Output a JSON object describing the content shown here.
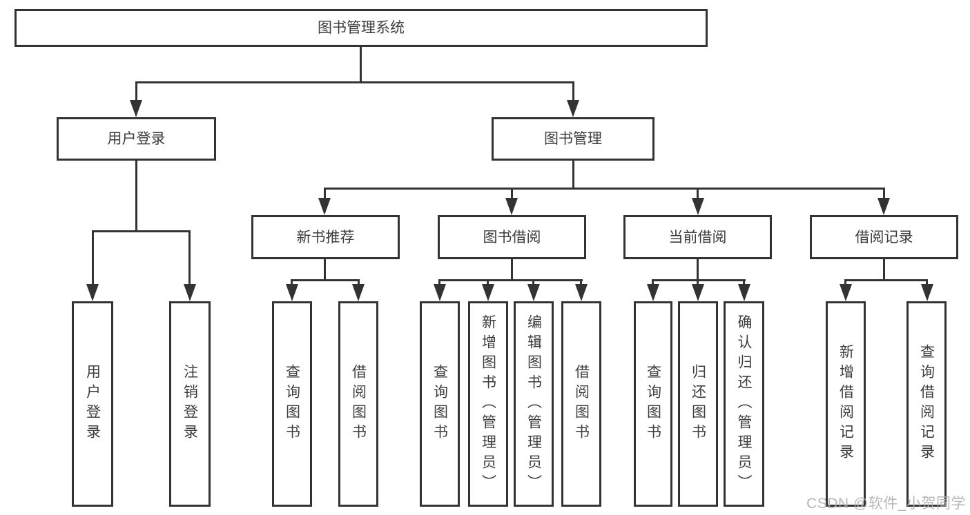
{
  "diagram": {
    "root": {
      "label": "图书管理系统"
    },
    "groups": [
      {
        "label": "用户登录",
        "children": [
          "用户登录",
          "注销登录"
        ]
      },
      {
        "label": "图书管理",
        "sections": [
          {
            "label": "新书推荐",
            "children": [
              "查询图书",
              "借阅图书"
            ]
          },
          {
            "label": "图书借阅",
            "children": [
              "查询图书",
              "新增图书（管理员）",
              "编辑图书（管理员）",
              "借阅图书"
            ]
          },
          {
            "label": "当前借阅",
            "children": [
              "查询图书",
              "归还图书",
              "确认归还（管理员）"
            ]
          },
          {
            "label": "借阅记录",
            "children": [
              "新增借阅记录",
              "查询借阅记录"
            ]
          }
        ]
      }
    ]
  },
  "watermark": {
    "text": "CSDN @软件_小贺同学"
  },
  "colors": {
    "line": "#333333",
    "text": "#3d3d3d",
    "background": "#ffffff",
    "watermark": "#adadad"
  }
}
